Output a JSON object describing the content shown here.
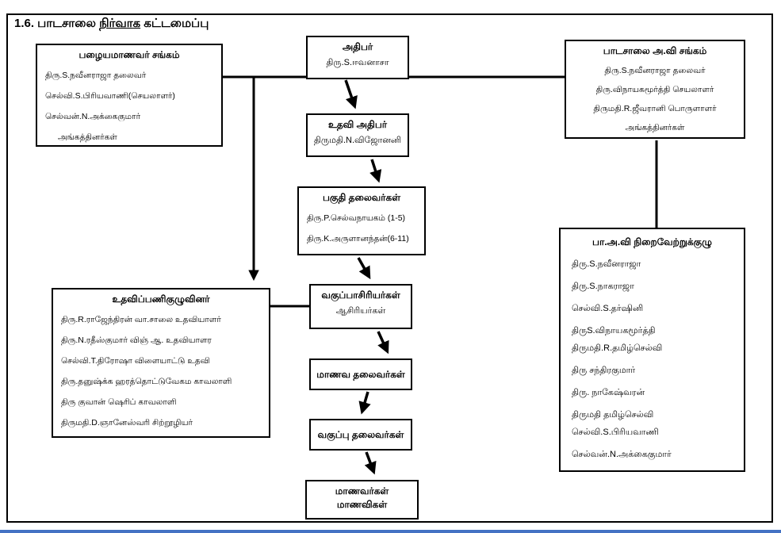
{
  "title": {
    "prefix": "1.6. பாடசாலை ",
    "underlined": "நிர்வாக",
    "suffix": " கட்டமைப்பு"
  },
  "boxes": {
    "old_students": {
      "header": "பழையமாணவர் சங்கம்",
      "items": [
        "திரு.S.நவீனராஜா தலைவர்",
        "செல்வி.S.பிரியவாணி(செயலாளர்)",
        "செல்வன்.N.அக்கைகுமார்",
        "அங்கத்தினர்கள்"
      ]
    },
    "principal": {
      "header": "அதிபர்",
      "name": "திரு.S.ஈவனாசா"
    },
    "school_assoc": {
      "header": "பாடசாலை அ.வி சங்கம்",
      "items": [
        "திரு.S.நவீனராஜா தலைவர்",
        "திரு.விநாயகமூர்த்தி செயலாளர்",
        "திருமதி.R.ஜீவரானி பொருளாளர்",
        "அங்கத்தினர்கள்"
      ]
    },
    "vice_principal": {
      "header": "உதவி அதிபர்",
      "name": "திருமதி.N.விஜோனனி"
    },
    "section_heads": {
      "header": "பகுதி தலைவர்கள்",
      "items": [
        "திரு.P.செல்வநாயகம்  (1-5)",
        "திரு.K.அருளானந்தன்(6-11)"
      ]
    },
    "support_staff": {
      "header": "உதவிப்பணிகுழுவினர்",
      "items": [
        "திரு.R.ராஜேந்திரன் வா.சாலை உதவியாளர்",
        "திரு.N.ரதீஸ்குமார் விஞ் ஆ. உதவியாளர",
        "செல்வி.T.திரோஷா விளையாட்டு உதவி",
        "திரு.தனுஷ்க்க ஹரத்தொட்டுவேகம காவலாளி",
        "திரு குவான் ஷெரிப் காவலாளி",
        "திருமதி.D.ஞானேஸ்வரி சிற்றூழியர்"
      ]
    },
    "class_teachers": {
      "header": "வகுப்பாசிரியர்கள்",
      "name": "ஆசிரியர்கள்"
    },
    "student_leaders": {
      "header": "மாணவ தலைவர்கள்"
    },
    "class_leaders": {
      "header": "வகுப்பு தலைவர்கள்"
    },
    "students": {
      "line1": "மாணவர்கள்",
      "line2": "மாணவிகள்"
    },
    "executive_committee": {
      "header": "பா.அ.வி நிறைவேற்றுக்குழு",
      "items": [
        "திரு.S.நவீனராஜா",
        "திரு.S.நாகராஜா",
        "செல்வி.S.தர்ஷினி",
        "திருS.விநாயகமூர்த்தி\nதிருமதி.R.தமிழ்செல்வி",
        "திரு சந்திரகுமார்",
        "திரு. நாகேஷ்வரன்",
        "திருமதி தமிழ்செல்வி\nசெல்வி.S.பிரியவாணி",
        "செல்வன்.N.அக்கைகுமார்"
      ]
    }
  },
  "colors": {
    "line": "#000000",
    "bottom_rule": "#4472c4",
    "background": "#ffffff"
  }
}
